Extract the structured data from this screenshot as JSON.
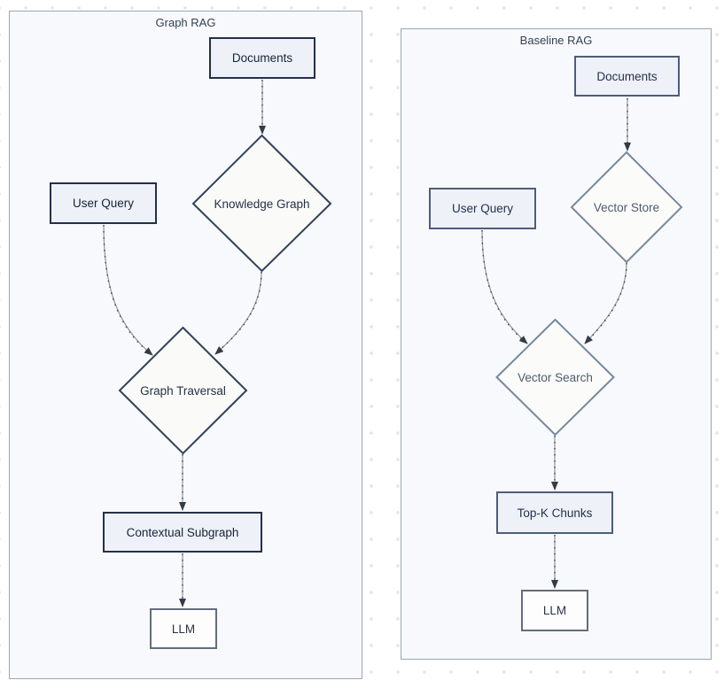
{
  "diagram": {
    "panels": [
      {
        "title": "Graph RAG",
        "nodes": {
          "documents": "Documents",
          "user_query": "User Query",
          "knowledge_graph": "Knowledge Graph",
          "graph_traversal": "Graph Traversal",
          "contextual_subgraph": "Contextual Subgraph",
          "llm": "LLM"
        },
        "edges": [
          {
            "from": "Documents",
            "to": "Knowledge Graph"
          },
          {
            "from": "User Query",
            "to": "Graph Traversal"
          },
          {
            "from": "Knowledge Graph",
            "to": "Graph Traversal"
          },
          {
            "from": "Graph Traversal",
            "to": "Contextual Subgraph"
          },
          {
            "from": "Contextual Subgraph",
            "to": "LLM"
          }
        ]
      },
      {
        "title": "Baseline RAG",
        "nodes": {
          "documents": "Documents",
          "user_query": "User Query",
          "vector_store": "Vector Store",
          "vector_search": "Vector Search",
          "top_k_chunks": "Top-K Chunks",
          "llm": "LLM"
        },
        "edges": [
          {
            "from": "Documents",
            "to": "Vector Store"
          },
          {
            "from": "User Query",
            "to": "Vector Search"
          },
          {
            "from": "Vector Store",
            "to": "Vector Search"
          },
          {
            "from": "Vector Search",
            "to": "Top-K Chunks"
          },
          {
            "from": "Top-K Chunks",
            "to": "LLM"
          }
        ]
      }
    ],
    "colors": {
      "panel_fill": "#f8f9fc",
      "panel_border": "#9aa5b6",
      "node_fill": "#eef1f8",
      "node_border_graph_rag": "#243049",
      "node_border_baseline_rag": "#4e5d77",
      "diamond_fill": "#fafbf8",
      "diamond_border_graph_rag": "#32415c",
      "diamond_border_baseline_rag": "#77889f",
      "llm_fill": "#fdfdfe",
      "llm_border": "#646d7d",
      "edge_color": "#3b424c",
      "dot_grid": "#e7e7e9"
    }
  }
}
